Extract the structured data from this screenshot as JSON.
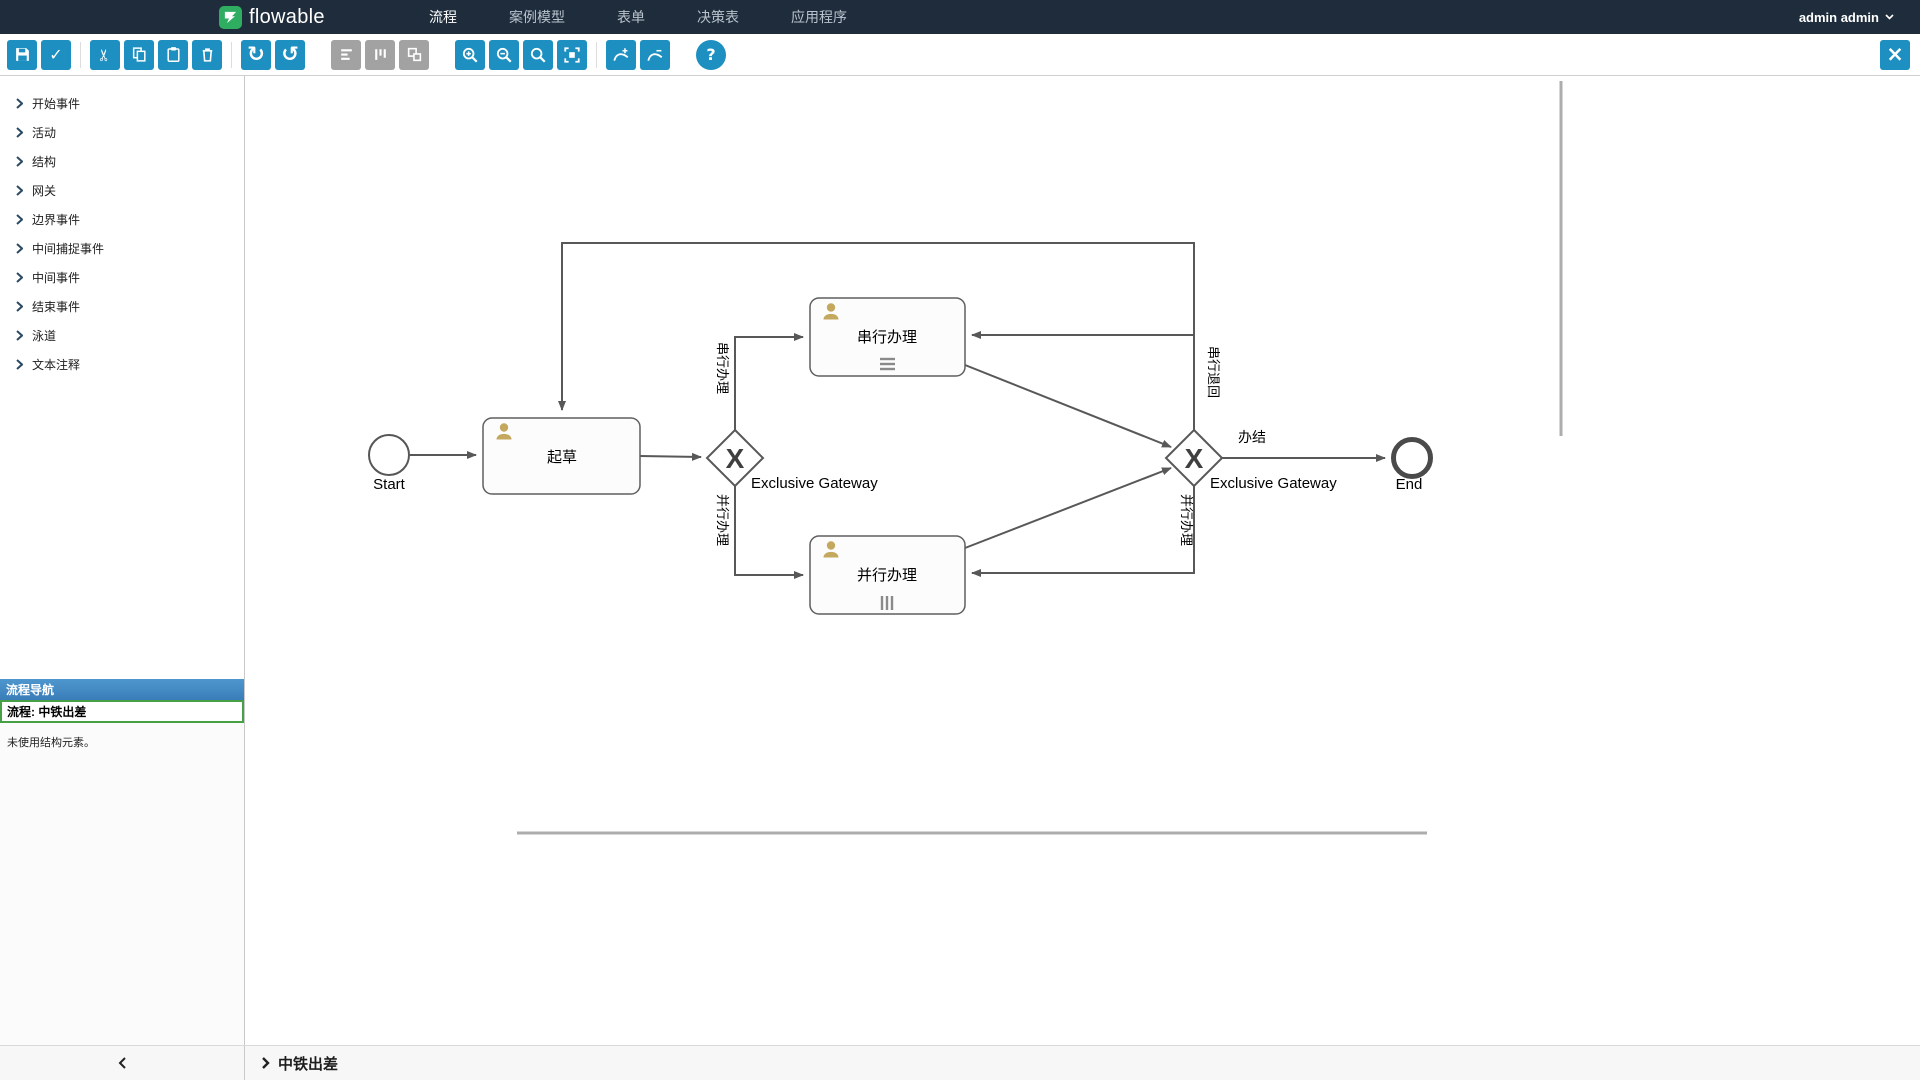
{
  "navbar": {
    "brand": "flowable",
    "items": [
      {
        "label": "流程"
      },
      {
        "label": "案例模型"
      },
      {
        "label": "表单"
      },
      {
        "label": "决策表"
      },
      {
        "label": "应用程序"
      }
    ],
    "user_menu": "admin admin"
  },
  "toolbar": {
    "icons": {
      "validate": "✓",
      "cut": "✂",
      "redo": "↻",
      "undo": "↺",
      "help": "?",
      "close": "×"
    }
  },
  "palette": {
    "sections": [
      "开始事件",
      "活动",
      "结构",
      "网关",
      "边界事件",
      "中间捕捉事件",
      "中间事件",
      "结束事件",
      "泳道",
      "文本注释"
    ]
  },
  "navigator": {
    "title": "流程导航",
    "process": "流程: 中铁出差",
    "note": "未使用结构元素。"
  },
  "footer": {
    "title": "中铁出差"
  },
  "diagram": {
    "nodes": {
      "start": {
        "label": "Start"
      },
      "draft": {
        "label": "起草"
      },
      "gateway1": {
        "label": "Exclusive Gateway"
      },
      "serial_task": {
        "label": "串行办理"
      },
      "parallel_task": {
        "label": "并行办理"
      },
      "gateway2": {
        "label": "Exclusive Gateway"
      },
      "end": {
        "label": "End"
      },
      "gateway_glyph": "X"
    },
    "edge_labels": {
      "serial_branch": "串行办理",
      "parallel_branch": "并行办理",
      "complete": "办结",
      "serial_return": "串行退回",
      "parallel_return": "并行办理"
    }
  },
  "colors": {
    "navbar_bg": "#1e2c3c",
    "brand_green": "#2fae62",
    "toolbar_button_blue": "#1d8fc0",
    "navigator_header_blue": "#3f86c2",
    "process_border_green": "#46a046",
    "edge_gray": "#585858",
    "person_icon_tan": "#c3a85e"
  }
}
